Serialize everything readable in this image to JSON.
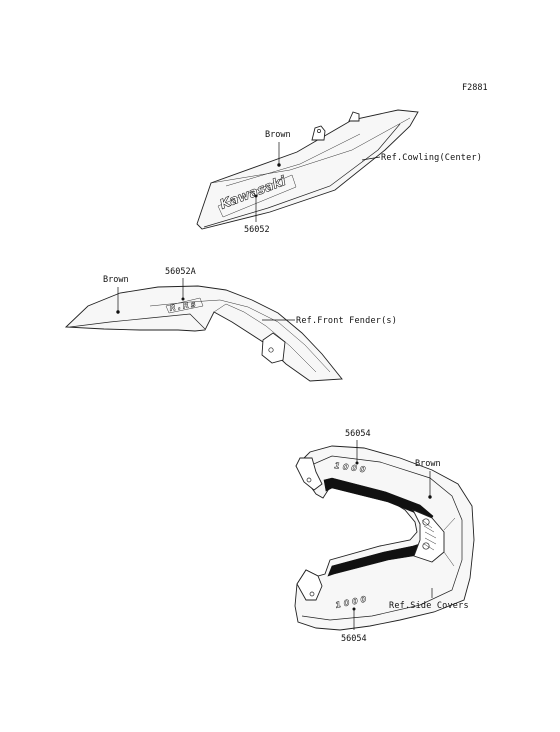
{
  "figure_code": "F2881",
  "cowling": {
    "color_label": "Brown",
    "ref_label": "Ref.Cowling(Center)",
    "part_number": "56052",
    "decal_text": "Kawasaki"
  },
  "front_fender": {
    "color_label": "Brown",
    "ref_label": "Ref.Front Fender(s)",
    "part_number": "56052A",
    "decal_text": "R.Rs"
  },
  "side_covers": {
    "color_label": "Brown",
    "ref_label": "Ref.Side Covers",
    "part_number_top": "56054",
    "part_number_bottom": "56054",
    "decal_text": "1000"
  }
}
